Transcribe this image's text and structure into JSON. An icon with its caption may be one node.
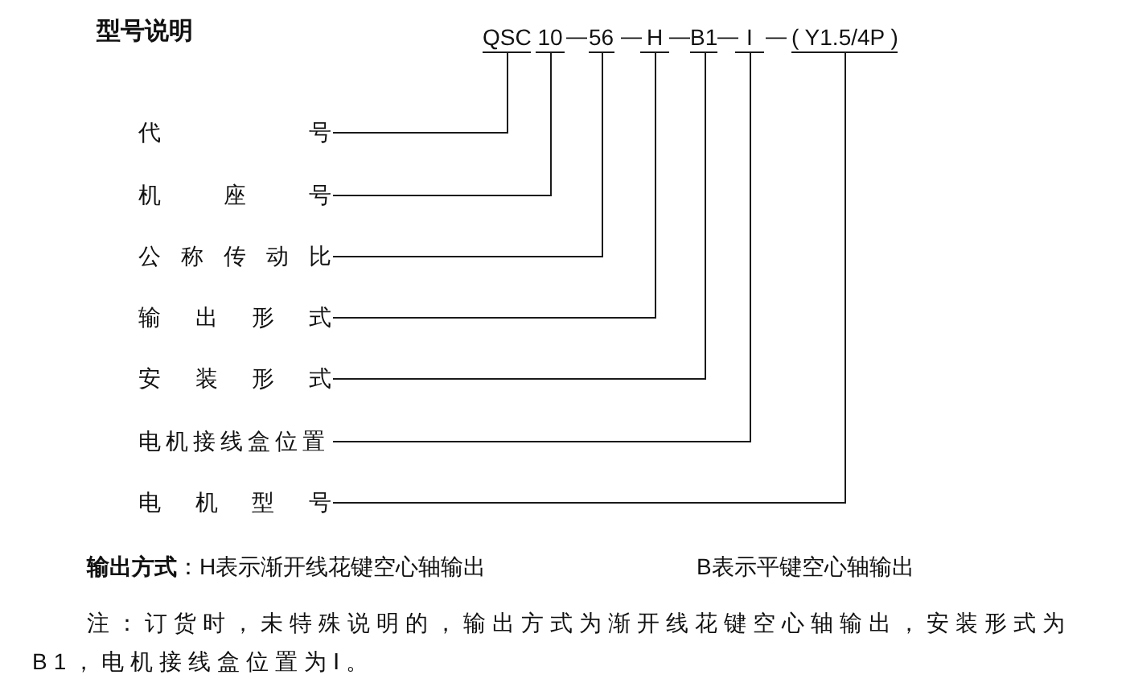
{
  "diagram": {
    "title": "型号说明",
    "nodes": [
      {
        "text": [
          "QSC"
        ]
      },
      {
        "text": [
          "10"
        ]
      },
      {
        "text": [
          "56"
        ]
      },
      {
        "text": [
          "H"
        ]
      },
      {
        "text": [
          "B1"
        ]
      },
      {
        "text": [
          "I"
        ]
      },
      {
        "text": [
          "( Y1.5/4P )"
        ]
      },
      {
        "text": [
          "代 号"
        ]
      },
      {
        "text": [
          "机 座 号"
        ]
      },
      {
        "text": [
          "公 称 传 动 比"
        ]
      },
      {
        "text": [
          "输 出 形 式"
        ]
      },
      {
        "text": [
          "安 装 形 式"
        ]
      },
      {
        "text": [
          "电机接线盒位置"
        ]
      },
      {
        "text": [
          "电 机 型 号"
        ]
      }
    ],
    "edges": [
      {
        "from": 7,
        "to": 0,
        "arrow": "none"
      },
      {
        "from": 8,
        "to": 1,
        "arrow": "none"
      },
      {
        "from": 9,
        "to": 2,
        "arrow": "none"
      },
      {
        "from": 10,
        "to": 3,
        "arrow": "none"
      },
      {
        "from": 11,
        "to": 4,
        "arrow": "none"
      },
      {
        "from": 12,
        "to": 5,
        "arrow": "none"
      },
      {
        "from": 13,
        "to": 6,
        "arrow": "none"
      }
    ],
    "labels": [
      "—",
      "—",
      "—",
      "—",
      "—",
      "**输出方式**：H表示渐开线花键空心轴输出",
      "B表示平键空心轴输出",
      "注：订货时，未特殊说明的，输出方式为渐开线花键空心轴输出，安装形式为B1，电机接线盒位置为Ⅰ。"
    ]
  }
}
